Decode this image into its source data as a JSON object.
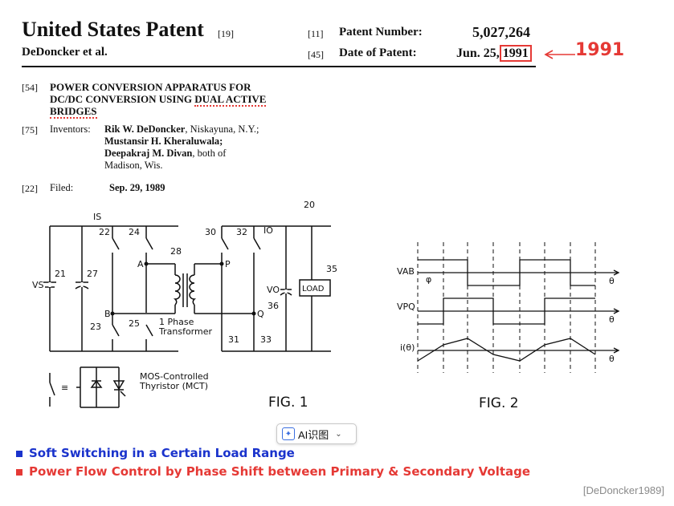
{
  "header": {
    "title": "United States Patent",
    "title_ref": "[19]",
    "authors": "DeDoncker et al.",
    "number_ref": "[11]",
    "number_label": "Patent Number:",
    "number_value": "5,027,264",
    "date_ref": "[45]",
    "date_label": "Date of Patent:",
    "date_value": "Jun. 25,",
    "date_year": "1991"
  },
  "annotation": {
    "year_callout": "1991",
    "color": "#e53935"
  },
  "abstract_fields": {
    "title_ref": "[54]",
    "title_line1": "POWER CONVERSION APPARATUS FOR",
    "title_line2a": "DC/DC CONVERSION USING ",
    "title_line2b": "DUAL ACTIVE",
    "title_line3": "BRIDGES",
    "inventors_ref": "[75]",
    "inventors_label": "Inventors:",
    "inv1_name": "Rik W. DeDoncker",
    "inv1_rest": ", Niskayuna, N.Y.;",
    "inv2_name": "Mustansir H. Kheraluwala;",
    "inv3_name": "Deepakraj M. Divan",
    "inv3_rest": ", both of",
    "inv_loc": "Madison, Wis.",
    "filed_ref": "[22]",
    "filed_label": "Filed:",
    "filed_value": "Sep. 29, 1989"
  },
  "fig1": {
    "caption": "FIG. 1",
    "labels": {
      "is": "IS",
      "io": "IO",
      "n20": "20",
      "n21": "21",
      "n22": "22",
      "n23": "23",
      "n24": "24",
      "n25": "25",
      "n27": "27",
      "n28": "28",
      "n30": "30",
      "n31": "31",
      "n32": "32",
      "n33": "33",
      "n35": "35",
      "n36": "36",
      "a": "A",
      "b": "B",
      "p": "P",
      "q": "Q",
      "vs": "VS",
      "vo": "VO",
      "load": "LOAD",
      "transformer1": "1 Phase",
      "transformer2": "Transformer",
      "mct1": "MOS-Controlled",
      "mct2": "Thyristor (MCT)",
      "equiv": "≡"
    }
  },
  "fig2": {
    "caption": "FIG. 2",
    "labels": {
      "vab": "VAB",
      "vpq": "VPQ",
      "i": "i(θ)",
      "phi": "φ",
      "theta": "θ"
    }
  },
  "toolbar": {
    "ai_label": "AI识图",
    "ai_icon": "sparkle-icon",
    "dropdown_icon": "chevron-down-icon"
  },
  "bullets": [
    {
      "text": "Soft Switching in a Certain Load Range",
      "color": "#1a33cc"
    },
    {
      "text": "Power Flow Control by Phase Shift between Primary & Secondary Voltage",
      "color": "#e53935"
    }
  ],
  "citation": "[DeDoncker1989]"
}
